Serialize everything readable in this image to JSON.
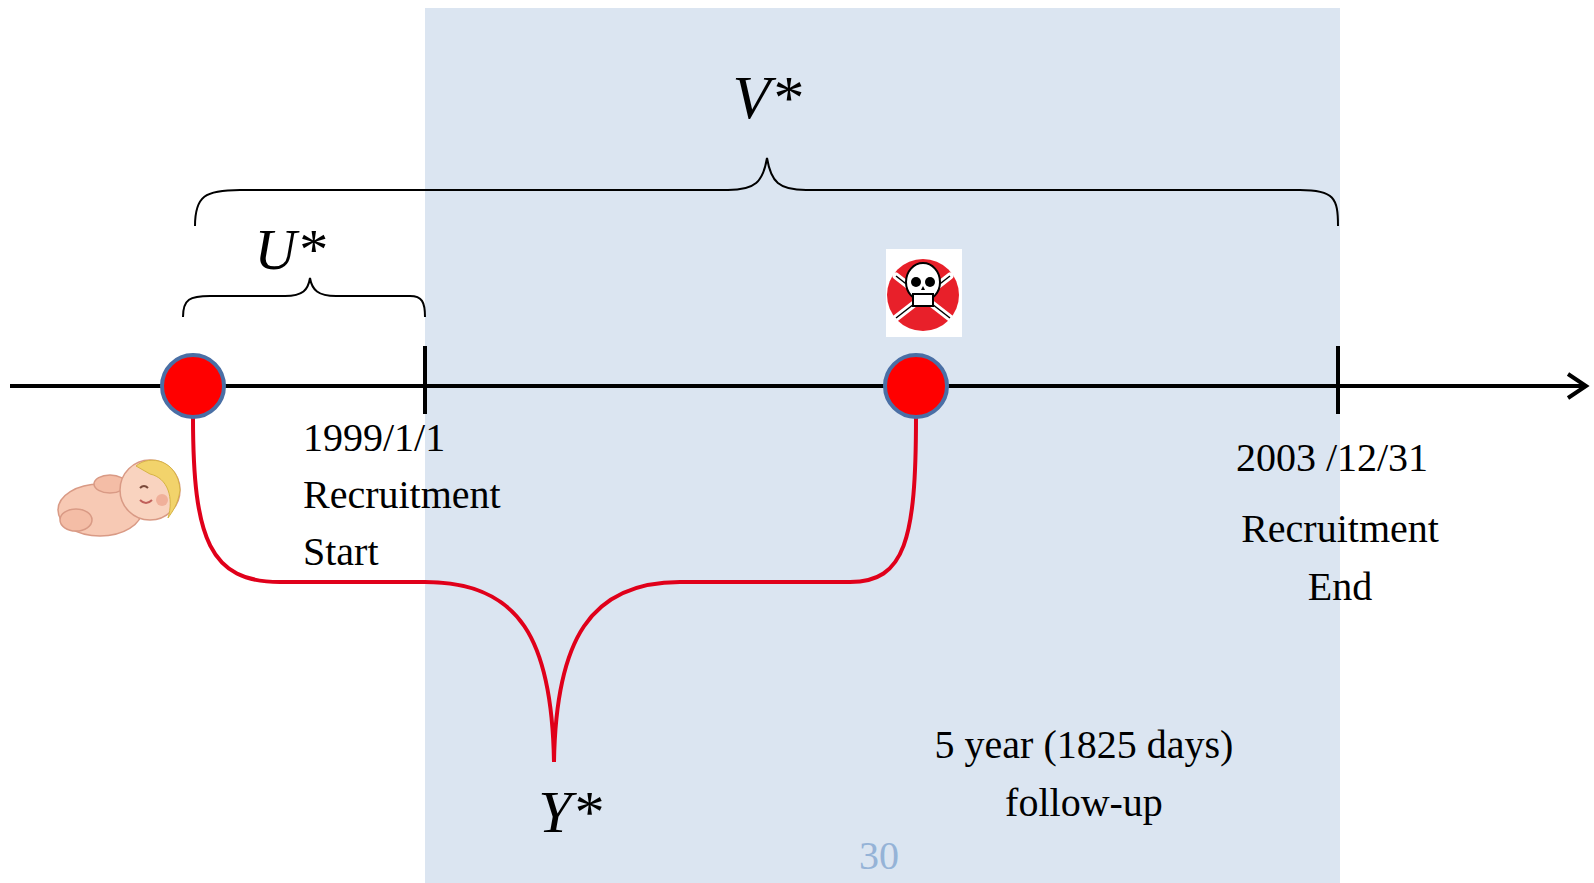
{
  "diagram": {
    "nodes": [
      {
        "text": [
          "5 year (1825 days) follow-up"
        ]
      }
    ],
    "labels": [
      "V*",
      "U*",
      "1999/1/1",
      "Recruitment Start",
      "2003 /12/31",
      "Recruitment End",
      "Y*",
      "30"
    ]
  }
}
